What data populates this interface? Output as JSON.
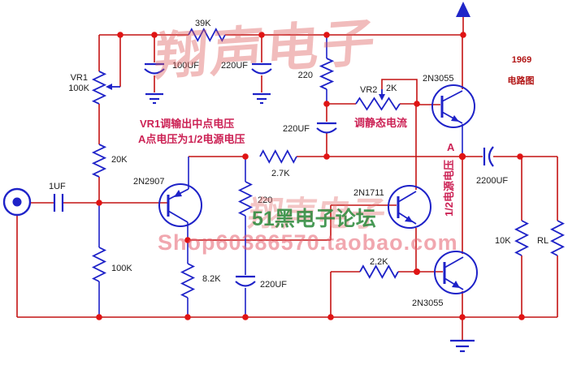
{
  "schematic": {
    "heading": {
      "line1": "1969",
      "line2": "电路图"
    },
    "notes": {
      "vr1_line1": "VR1调输出中点电压",
      "vr1_line2": "A点电压为1/2电源电压",
      "bias": "调静态电流",
      "node_a": "A",
      "half_supply": "1/2电源电压"
    },
    "watermarks": {
      "brand_top": "翔声电子",
      "brand_mid": "翔声电子",
      "forum": "51黑电子论坛",
      "shop": "Shop60386570.taobao.com"
    },
    "labels": {
      "r39k": "39K",
      "vr1": "VR1",
      "vr1_val": "100K",
      "c100uf": "100UF",
      "c220uf_top": "220UF",
      "r220_top": "220",
      "vr2": "VR2",
      "vr2_val": "2K",
      "q_top": "2N3055",
      "c220uf_boot": "220UF",
      "r20k": "20K",
      "c1uf": "1UF",
      "r100k": "100K",
      "q_in": "2N2907",
      "r8k2": "8.2K",
      "r220_mid": "220",
      "c220uf_fb": "220UF",
      "r2k7": "2.7K",
      "q_drv": "2N1711",
      "r2k2": "2.2K",
      "q_bot": "2N3055",
      "c2200uf": "2200UF",
      "r10k": "10K",
      "rl": "RL"
    },
    "colors": {
      "wire_red": "#c41414",
      "wire_blue": "#1e22c8",
      "junction_red": "#e01414",
      "note_red": "#cc2255",
      "title_red": "#b21616",
      "label_dark": "#1b1b1b",
      "forum_green": "#2e8a3a",
      "watermark_pink": "#e07878"
    }
  }
}
